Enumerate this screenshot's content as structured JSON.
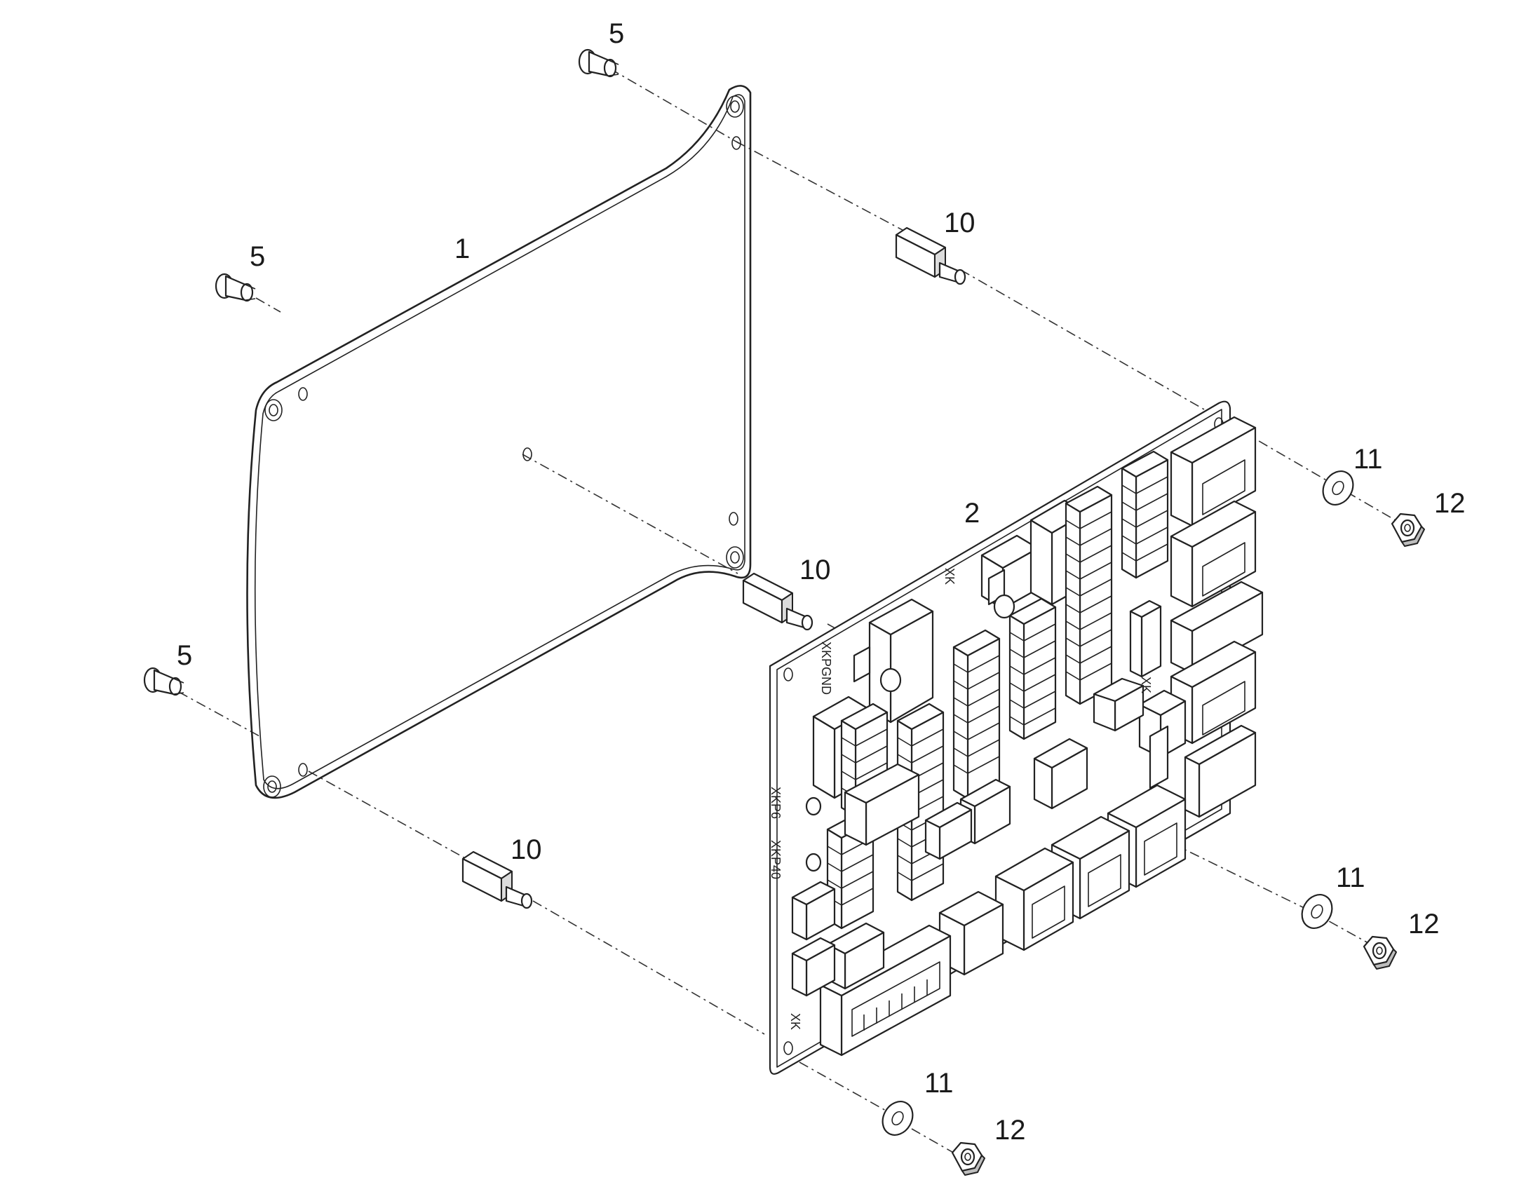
{
  "diagram": {
    "parts": [
      {
        "id": "cover-plate",
        "label": "1"
      },
      {
        "id": "circuit-board",
        "label": "2"
      },
      {
        "id": "screw",
        "label": "5"
      },
      {
        "id": "standoff",
        "label": "10"
      },
      {
        "id": "washer",
        "label": "11"
      },
      {
        "id": "nut",
        "label": "12"
      }
    ],
    "callouts": [
      {
        "part": "screw",
        "label": "5"
      },
      {
        "part": "screw",
        "label": "5"
      },
      {
        "part": "screw",
        "label": "5"
      },
      {
        "part": "cover-plate",
        "label": "1"
      },
      {
        "part": "standoff",
        "label": "10"
      },
      {
        "part": "standoff",
        "label": "10"
      },
      {
        "part": "standoff",
        "label": "10"
      },
      {
        "part": "circuit-board",
        "label": "2"
      },
      {
        "part": "washer",
        "label": "11"
      },
      {
        "part": "washer",
        "label": "11"
      },
      {
        "part": "washer",
        "label": "11"
      },
      {
        "part": "nut",
        "label": "12"
      },
      {
        "part": "nut",
        "label": "12"
      },
      {
        "part": "nut",
        "label": "12"
      }
    ],
    "board_silkscreen": [
      "XKPGND",
      "XKP6",
      "XKP40",
      "XK",
      "XK",
      "XK"
    ]
  }
}
